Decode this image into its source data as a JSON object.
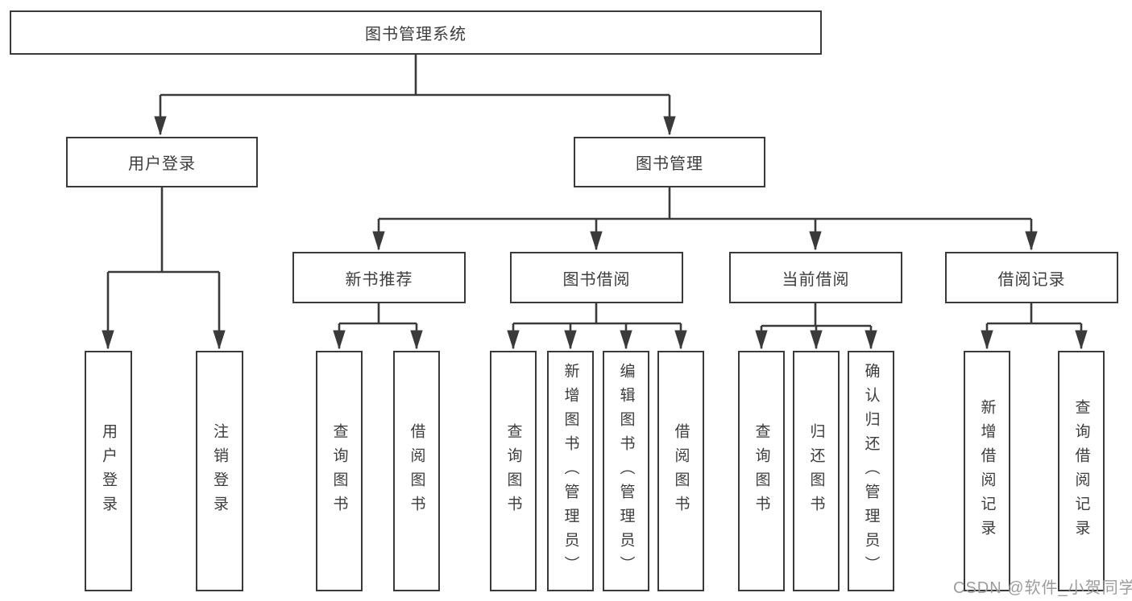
{
  "root": {
    "label": "图书管理系统"
  },
  "level2": [
    {
      "label": "用户登录",
      "children": [
        {
          "label": "用户登录"
        },
        {
          "label": "注销登录"
        }
      ]
    },
    {
      "label": "图书管理"
    }
  ],
  "level3": [
    {
      "label": "新书推荐",
      "children": [
        {
          "label": "查询图书"
        },
        {
          "label": "借阅图书"
        }
      ]
    },
    {
      "label": "图书借阅",
      "children": [
        {
          "label": "查询图书"
        },
        {
          "label": "新增图书（管理员）"
        },
        {
          "label": "编辑图书（管理员）"
        },
        {
          "label": "借阅图书"
        }
      ]
    },
    {
      "label": "当前借阅",
      "children": [
        {
          "label": "查询图书"
        },
        {
          "label": "归还图书"
        },
        {
          "label": "确认归还（管理员）"
        }
      ]
    },
    {
      "label": "借阅记录",
      "children": [
        {
          "label": "新增借阅记录"
        },
        {
          "label": "查询借阅记录"
        }
      ]
    }
  ],
  "watermark": {
    "text": "CSDN @软件_小贺同学"
  },
  "colors": {
    "line": "#3a3a3a",
    "box_border": "#3a3a3a",
    "text": "#3d3d3d",
    "watermark": "#9c9c9c",
    "background": "#ffffff"
  }
}
